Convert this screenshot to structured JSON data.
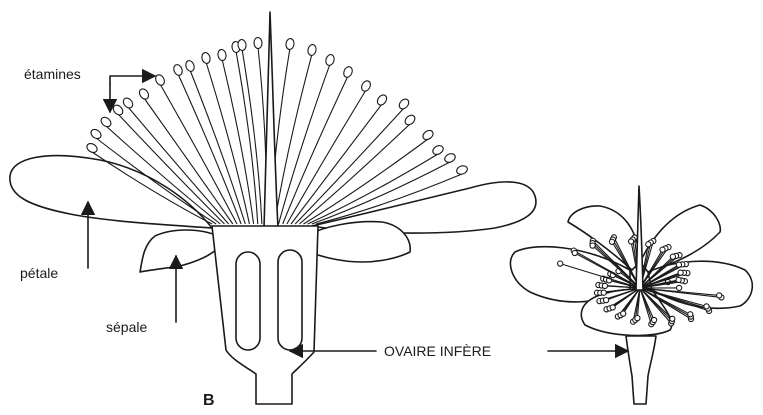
{
  "labels": {
    "stamens": "étamines",
    "petal": "pétale",
    "sepal": "sépale",
    "ovary": "OVAIRE INFÈRE",
    "figure": "B"
  },
  "colors": {
    "ink": "#1a1a1a",
    "background": "#ffffff"
  }
}
